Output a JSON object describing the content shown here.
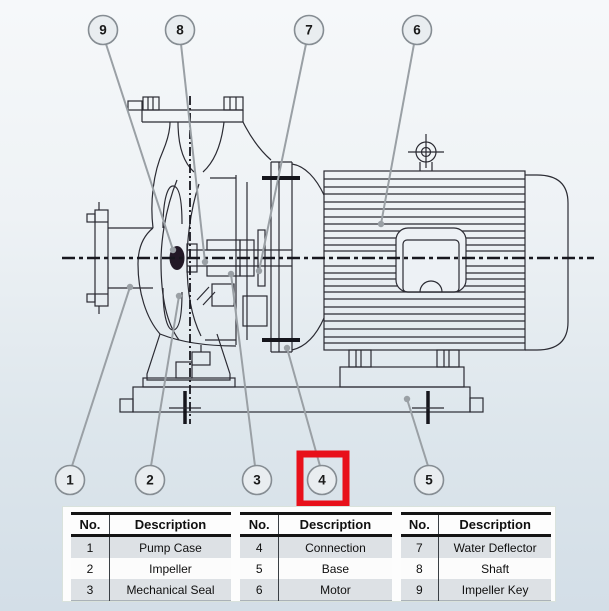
{
  "diagram_title": "end-suction-centrifugal-pump-cross-section",
  "balloons": {
    "labels": [
      "1",
      "2",
      "3",
      "4",
      "5",
      "6",
      "7",
      "8",
      "9"
    ],
    "highlighted": "4"
  },
  "parts_tables": [
    {
      "no_header": "No.",
      "description_header": "Description",
      "rows": [
        {
          "no": "1",
          "description": "Pump Case"
        },
        {
          "no": "2",
          "description": "Impeller"
        },
        {
          "no": "3",
          "description": "Mechanical Seal"
        }
      ]
    },
    {
      "no_header": "No.",
      "description_header": "Description",
      "rows": [
        {
          "no": "4",
          "description": "Connection"
        },
        {
          "no": "5",
          "description": "Base"
        },
        {
          "no": "6",
          "description": "Motor"
        }
      ]
    },
    {
      "no_header": "No.",
      "description_header": "Description",
      "rows": [
        {
          "no": "7",
          "description": "Water Deflector"
        },
        {
          "no": "8",
          "description": "Shaft"
        },
        {
          "no": "9",
          "description": "Impeller Key"
        }
      ]
    }
  ],
  "colors": {
    "highlight_red": "#e8101a",
    "drawing_line": "#2b2b33",
    "leader_gray": "#9aa0a5",
    "balloon_fill": "#e9edf0",
    "balloon_border": "#868d93",
    "row_shade": "#dde1e5"
  }
}
